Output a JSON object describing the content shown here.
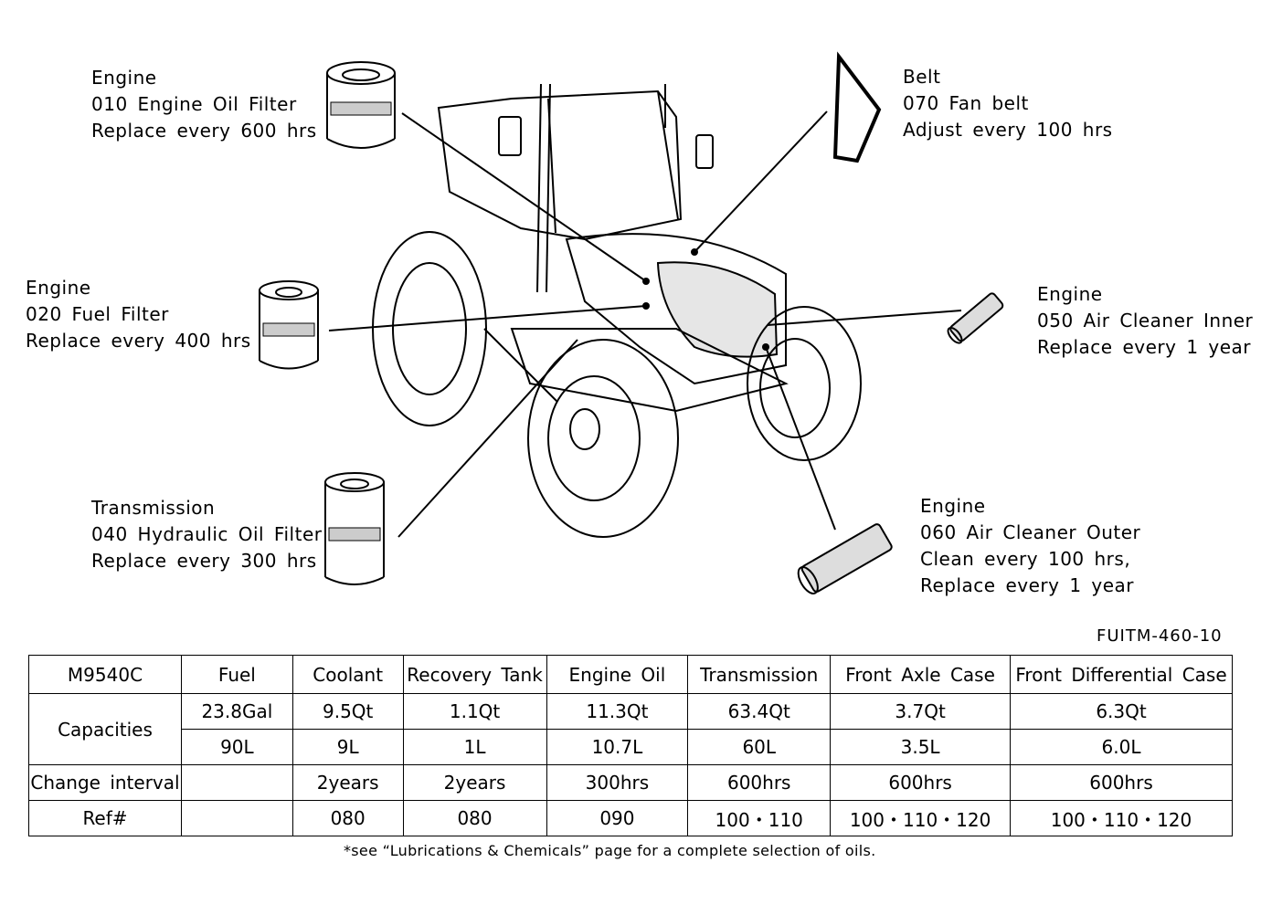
{
  "callouts": {
    "oil_filter": {
      "system": "Engine",
      "part": "010 Engine Oil Filter",
      "service": "Replace every 600 hrs"
    },
    "fuel_filter": {
      "system": "Engine",
      "part": "020 Fuel Filter",
      "service": "Replace every 400 hrs"
    },
    "hydraulic_filter": {
      "system": "Transmission",
      "part": "040 Hydraulic Oil Filter",
      "service": "Replace every 300 hrs"
    },
    "fan_belt": {
      "system": "Belt",
      "part": "070 Fan belt",
      "service": "Adjust every 100 hrs"
    },
    "air_inner": {
      "system": "Engine",
      "part": "050 Air Cleaner Inner",
      "service": "Replace every 1 year"
    },
    "air_outer": {
      "system": "Engine",
      "part": "060 Air Cleaner Outer",
      "service": "Clean every 100 hrs,",
      "service2": "Replace every 1 year"
    }
  },
  "doc_code": "FUITM-460-10",
  "table": {
    "model": "M9540C",
    "columns": [
      "Fuel",
      "Coolant",
      "Recovery Tank",
      "Engine Oil",
      "Transmission",
      "Front Axle Case",
      "Front Differential Case"
    ],
    "capacities_label": "Capacities",
    "capacities_us": [
      "23.8Gal",
      "9.5Qt",
      "1.1Qt",
      "11.3Qt",
      "63.4Qt",
      "3.7Qt",
      "6.3Qt"
    ],
    "capacities_metric": [
      "90L",
      "9L",
      "1L",
      "10.7L",
      "60L",
      "3.5L",
      "6.0L"
    ],
    "interval_label": "Change interval",
    "intervals": [
      "",
      "2years",
      "2years",
      "300hrs",
      "600hrs",
      "600hrs",
      "600hrs"
    ],
    "ref_label": "Ref#",
    "refs": [
      "",
      "080",
      "080",
      "090",
      "100・110",
      "100・110・120",
      "100・110・120"
    ]
  },
  "footnote": "*see “Lubrications & Chemicals” page for a complete selection of oils."
}
